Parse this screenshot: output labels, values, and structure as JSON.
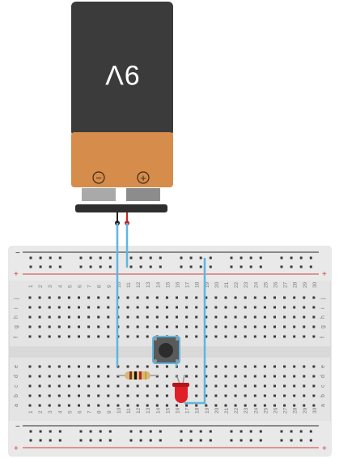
{
  "battery": {
    "voltage_label": "9V",
    "minus_symbol": "−",
    "plus_symbol": "+",
    "colors": {
      "body": "#3b3b3b",
      "band": "#d68c4a",
      "cap": "#8f8f8f"
    }
  },
  "breadboard": {
    "columns": 30,
    "rows_top": [
      "j",
      "i",
      "h",
      "g",
      "f"
    ],
    "rows_bottom": [
      "e",
      "d",
      "c",
      "b",
      "a"
    ],
    "rail_top_sign": "−",
    "rail_top_plus": "+",
    "rail_bottom_plus": "+",
    "rail_bottom_minus": "−",
    "colors": {
      "board": "#e4e4e4",
      "hole": "#3a3a3a",
      "rail_red": "#d33a3a",
      "rail_black": "#2b2b2b"
    }
  },
  "components": {
    "resistor": "resistor",
    "led": "LED",
    "pushbutton": "pushbutton"
  },
  "wire_color": "#5fb6e0"
}
